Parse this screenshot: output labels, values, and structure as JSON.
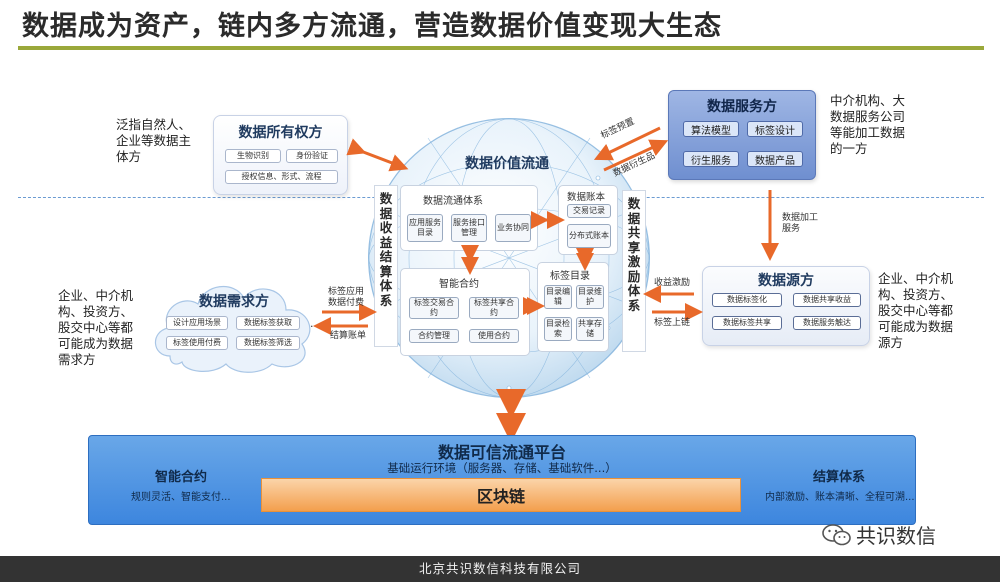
{
  "header": {
    "title": "数据成为资产，链内多方流通，营造数据价值变现大生态"
  },
  "notes": {
    "owner": [
      "泛指自然人、",
      "企业等数据主",
      "体方"
    ],
    "service": [
      "中介机构、大",
      "数据服务公司",
      "等能加工数据",
      "的一方"
    ],
    "demand": [
      "企业、中介机",
      "构、投资方、",
      "股交中心等都",
      "可能成为数据",
      "需求方"
    ],
    "source": [
      "企业、中介机",
      "构、投资方、",
      "股交中心等都",
      "可能成为数据",
      "源方"
    ]
  },
  "owner_card": {
    "title": "数据所有权方",
    "chips": [
      "生物识别",
      "身份验证",
      "授权信息、形式、流程"
    ]
  },
  "service_card": {
    "title": "数据服务方",
    "chips": [
      "算法模型",
      "标签设计",
      "衍生服务",
      "数据产品"
    ]
  },
  "demand_card": {
    "title": "数据需求方",
    "chips": [
      "设计应用场景",
      "数据标签获取",
      "标签使用付费",
      "数据标签筛选"
    ],
    "ellipsis": "..."
  },
  "source_card": {
    "title": "数据源方",
    "chips": [
      "数据标签化",
      "数据共享收益",
      "数据标签共享",
      "数据服务触达"
    ]
  },
  "globe": {
    "title": "数据价值流通",
    "left_bar": [
      "数",
      "据",
      "收",
      "益",
      "结",
      "算",
      "体",
      "系"
    ],
    "right_bar": [
      "数",
      "据",
      "共",
      "享",
      "激",
      "励",
      "体",
      "系"
    ],
    "flow_system": {
      "title": "数据流通体系",
      "chips": [
        "应用服务目录",
        "服务接口管理",
        "业务协同"
      ]
    },
    "ledger": {
      "title": "数据账本",
      "chips": [
        "交易记录",
        "分布式账本"
      ]
    },
    "contract": {
      "title": "智能合约",
      "chips": [
        "标签交易合约",
        "标签共享合约",
        "合约管理",
        "使用合约"
      ]
    },
    "tag_catalog": {
      "title": "标签目录",
      "chips": [
        "目录编辑",
        "目录维护",
        "目录检索",
        "共享存储"
      ]
    }
  },
  "arrow_labels": {
    "tag_design": "标签预置",
    "derived": "数据衍生品",
    "processing": [
      "数据加工",
      "服务"
    ],
    "tag_app": [
      "标签应用",
      "数据付费"
    ],
    "settle": "结算账单",
    "income": "收益激励",
    "tag_upload": "标签上链"
  },
  "platform": {
    "title": "数据可信流通平台",
    "subtitle": "基础运行环境（服务器、存储、基础软件...）",
    "blockchain": "区块链",
    "left_title": "智能合约",
    "left_desc": "规则灵活、智能支付...",
    "right_title": "结算体系",
    "right_desc": "内部激励、账本清晰、全程可溯..."
  },
  "watermark": "共识数信",
  "footer": "北京共识数信科技有限公司",
  "colors": {
    "accent_line": "#9aa83a",
    "arrow": "#e8692a",
    "platform": "#3d86de",
    "blockchain": "#f39f4d"
  }
}
